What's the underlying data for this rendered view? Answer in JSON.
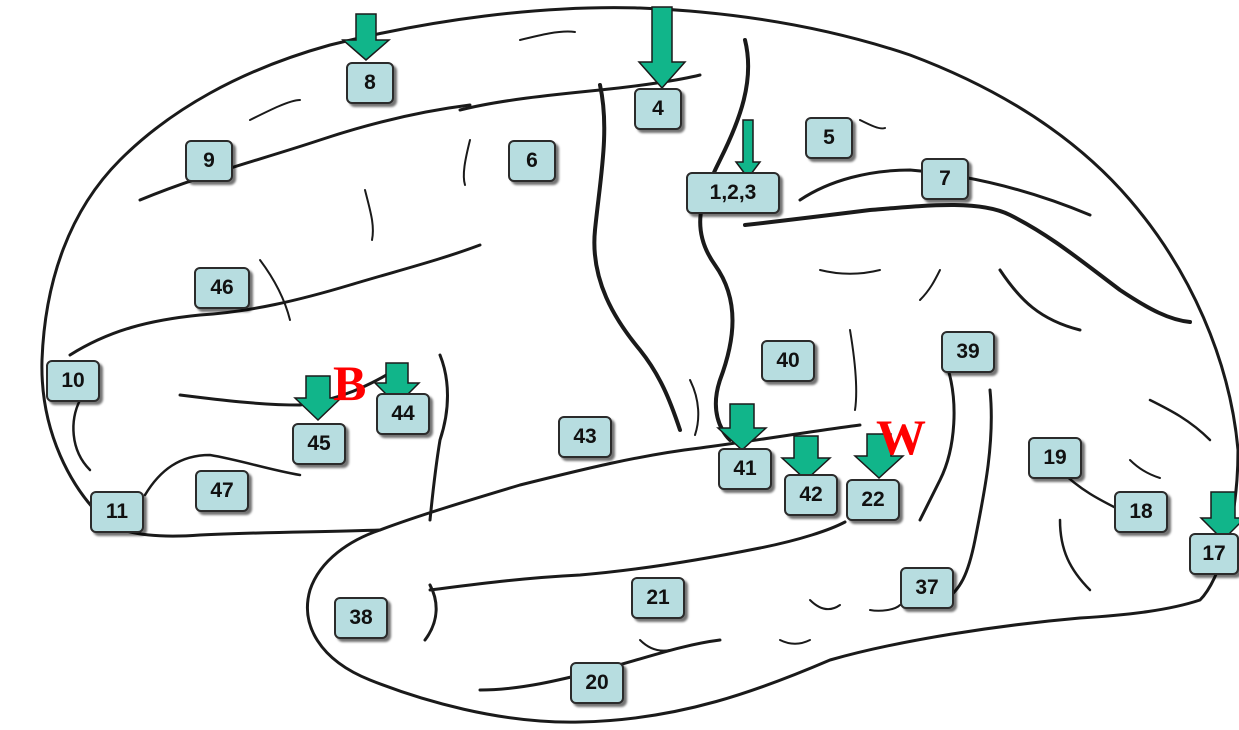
{
  "diagram": {
    "region_labels": [
      "8",
      "4",
      "5",
      "9",
      "6",
      "1,2,3",
      "7",
      "46",
      "39",
      "40",
      "10",
      "44",
      "45",
      "43",
      "41",
      "42",
      "22",
      "19",
      "18",
      "17",
      "11",
      "47",
      "37",
      "21",
      "38",
      "20"
    ],
    "markers": [
      "B",
      "W"
    ],
    "colors": {
      "box_fill": "#b7dde0",
      "box_border": "#2b2b2b",
      "arrow_fill": "#11b58a",
      "arrow_stroke": "#1a1a1a",
      "marker": "#ff0000",
      "outline": "#1a1a1a"
    },
    "arrows_point": "down"
  }
}
